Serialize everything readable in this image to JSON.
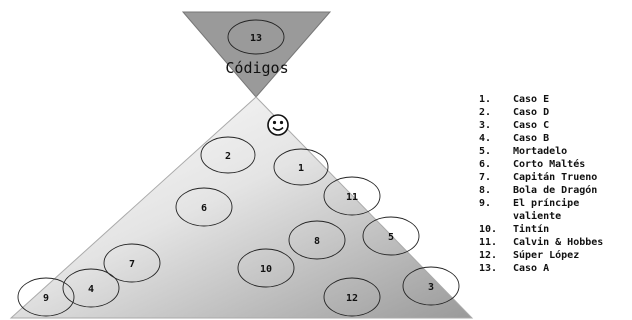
{
  "board": {
    "title": "Códigos",
    "colors": {
      "funnel": "#9a9a9a",
      "pyramid_light": "#f7f7f7",
      "pyramid_dark": "#9c9c9c",
      "circle_stroke": "#222222"
    }
  },
  "nodes": [
    {
      "id": "1",
      "label": "1"
    },
    {
      "id": "2",
      "label": "2"
    },
    {
      "id": "3",
      "label": "3"
    },
    {
      "id": "4",
      "label": "4"
    },
    {
      "id": "5",
      "label": "5"
    },
    {
      "id": "6",
      "label": "6"
    },
    {
      "id": "7",
      "label": "7"
    },
    {
      "id": "8",
      "label": "8"
    },
    {
      "id": "9",
      "label": "9"
    },
    {
      "id": "10",
      "label": "10"
    },
    {
      "id": "11",
      "label": "11"
    },
    {
      "id": "12",
      "label": "12"
    },
    {
      "id": "13",
      "label": "13"
    }
  ],
  "player_icon": "smiley-face-icon",
  "legend": [
    {
      "num": "1.",
      "name": "Caso E"
    },
    {
      "num": "2.",
      "name": "Caso D"
    },
    {
      "num": "3.",
      "name": "Caso C"
    },
    {
      "num": "4.",
      "name": "Caso B"
    },
    {
      "num": "5.",
      "name": "Mortadelo"
    },
    {
      "num": "6.",
      "name": "Corto Maltés"
    },
    {
      "num": "7.",
      "name": "Capitán Trueno"
    },
    {
      "num": "8.",
      "name": "Bola de Dragón"
    },
    {
      "num": "9.",
      "name": "El príncipe valiente"
    },
    {
      "num": "10.",
      "name": "Tintín"
    },
    {
      "num": "11.",
      "name": "Calvin & Hobbes"
    },
    {
      "num": "12.",
      "name": "Súper López"
    },
    {
      "num": "13.",
      "name": "Caso A"
    }
  ]
}
